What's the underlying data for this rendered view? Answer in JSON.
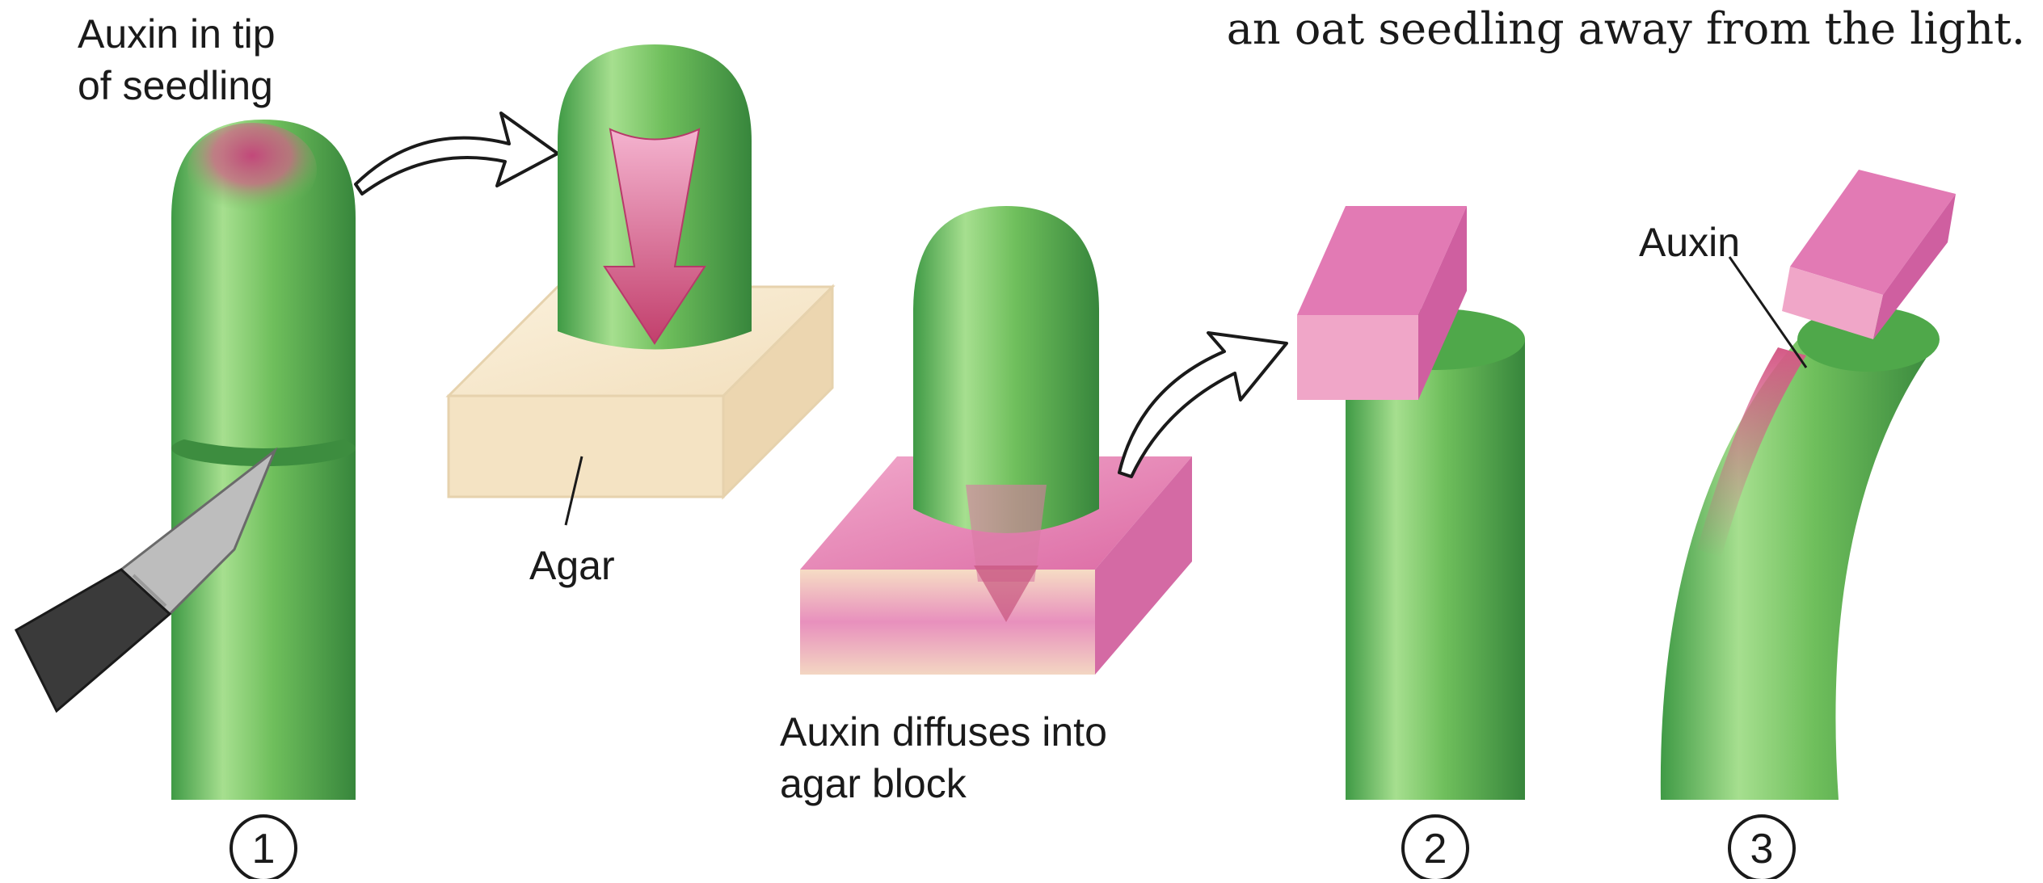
{
  "caption": "an oat seedling away from the light.",
  "labels": {
    "auxin_tip": "Auxin in tip\nof seedling",
    "agar": "Agar",
    "diffuses": "Auxin diffuses into\nagar block",
    "auxin": "Auxin"
  },
  "steps": [
    "1",
    "2",
    "3"
  ],
  "colors": {
    "stem_green": "#7cc86a",
    "stem_dark": "#3f9a45",
    "auxin_pink": "#d9608c",
    "agar_plain": "#f6e6c8",
    "agar_pink": "#e58ab8",
    "blade": "#b5b5b5",
    "handle": "#3a3a3a"
  },
  "icons": [
    "scalpel-icon",
    "curved-arrow-icon",
    "downward-arrow-icon"
  ]
}
